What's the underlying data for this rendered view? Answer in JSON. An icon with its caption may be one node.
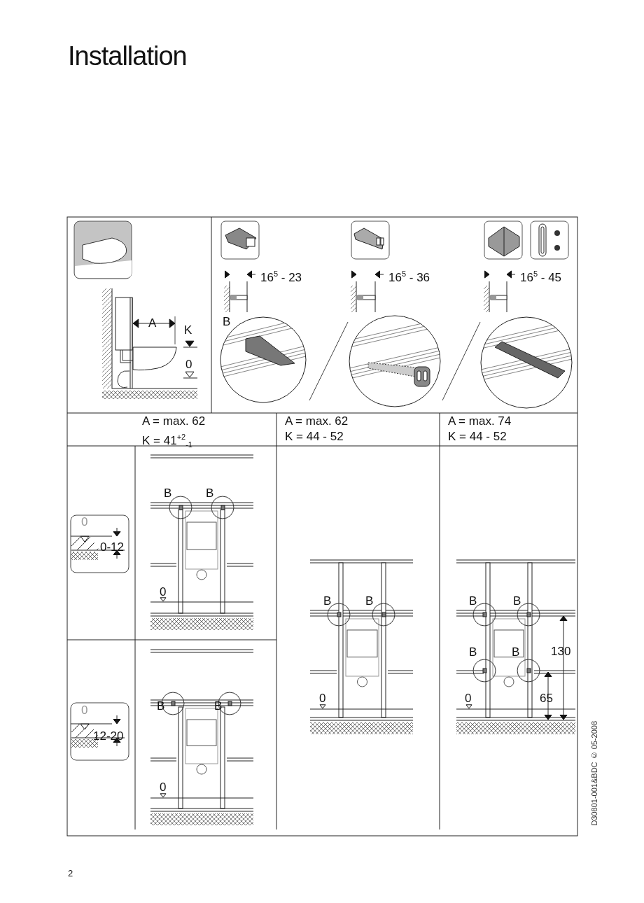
{
  "diagram": {
    "title": "Installation",
    "labels": [
      "16$^{5}$ - 23",
      "16$^{5}$ - 36",
      "16$^{5}$ - 45",
      "A",
      "K",
      "B",
      "0",
      "A = max. 62",
      "K = 41$^{+2}$$_{-1}$",
      "A = max. 62",
      "K = 44 - 52",
      "A = max. 74",
      "K = 44 - 52",
      "B",
      "B",
      "0",
      "0-12",
      "0",
      "B",
      "B",
      "0",
      "B",
      "B",
      "B",
      "B",
      "130",
      "0",
      "65",
      "0",
      "12-20",
      "B",
      "B",
      "0",
      "D30801-001&BDC © 05-2008",
      "2"
    ]
  }
}
